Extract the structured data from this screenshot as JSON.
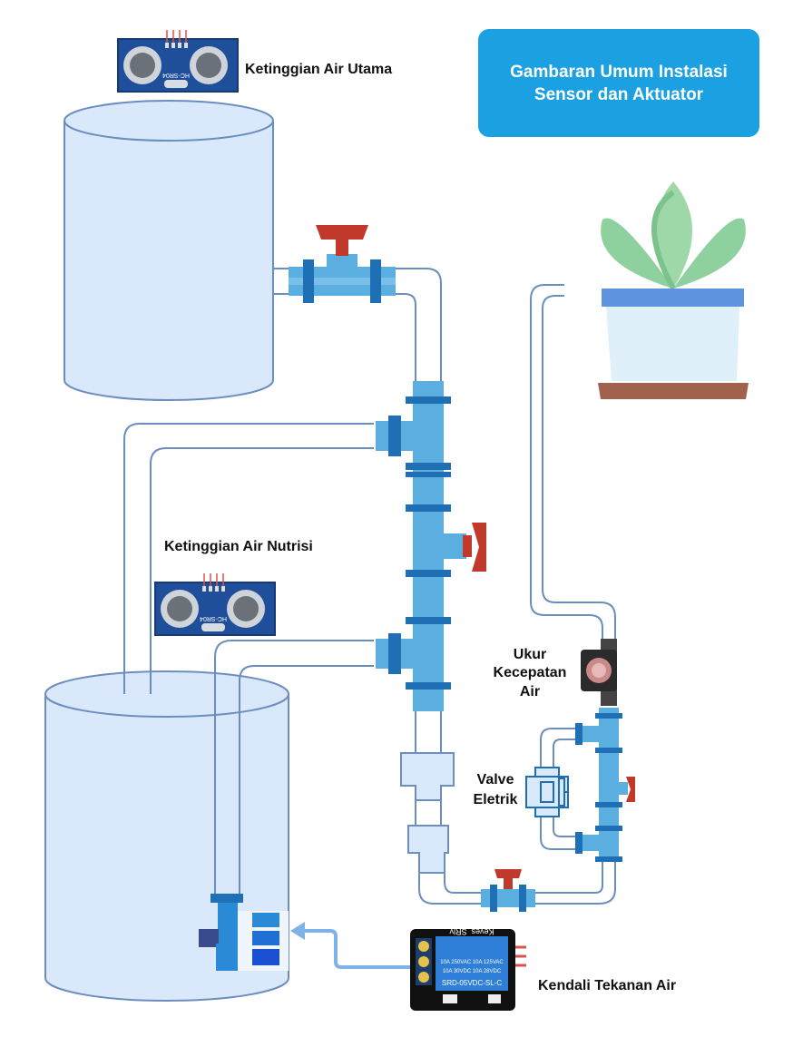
{
  "title": {
    "line1": "Gambaran Umum Instalasi",
    "line2": "Sensor dan Aktuator"
  },
  "labels": {
    "main_level": "Ketinggian Air Utama",
    "nutrient_level": "Ketinggian Air Nutrisi",
    "flow_line1": "Ukur",
    "flow_line2": "Kecepatan",
    "flow_line3": "Air",
    "valve_line1": "Valve",
    "valve_line2": "Eletrik",
    "pressure": "Kendali Tekanan Air"
  },
  "components": {
    "ultrasonic_marking": "HC-SR04",
    "relay_brand": "Keyes_SRly",
    "relay_spec1": "10A 250VAC  10A 125VAC",
    "relay_spec2": "10A 30VDC  10A 28VDC",
    "relay_model": "SRD-05VDC-SL-C"
  },
  "colors": {
    "title_bg": "#1ba1e2",
    "tank_fill": "#dae8fc",
    "tank_stroke": "#6c8ebf",
    "fitting": "#5aaee0",
    "fitting_dark": "#1f6fb5",
    "valve_handle": "#c0392b",
    "plant": "#8fd19e",
    "pot": "#dff0fb",
    "pot_base": "#a0624d"
  }
}
